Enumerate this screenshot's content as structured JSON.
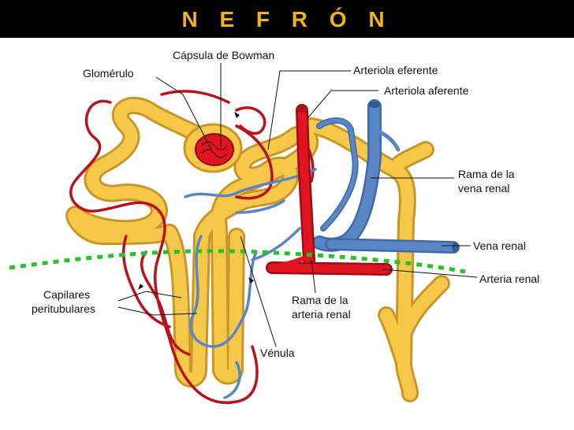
{
  "title": "N E F R Ó N",
  "labels": {
    "capsula": "Cápsula de Bowman",
    "glomerulo": "Glomérulo",
    "eferente": "Arteriola eferente",
    "aferente": "Arteriola aferente",
    "rama_vena_1": "Rama de la",
    "rama_vena_2": "vena renal",
    "vena_renal": "Vena renal",
    "arteria_renal": "Arteria renal",
    "rama_arteria_1": "Rama de la",
    "rama_arteria_2": "arteria renal",
    "capilares_1": "Capilares",
    "capilares_2": "peritubulares",
    "venula": "Vénula"
  },
  "colors": {
    "title": "#f2b21a",
    "tubule": "#f5c84a",
    "tubule_outline": "#c9962a",
    "artery": "#e0151f",
    "vein": "#5b86c5",
    "capillary_red": "#b8121c",
    "dotted_line": "#27c227"
  }
}
